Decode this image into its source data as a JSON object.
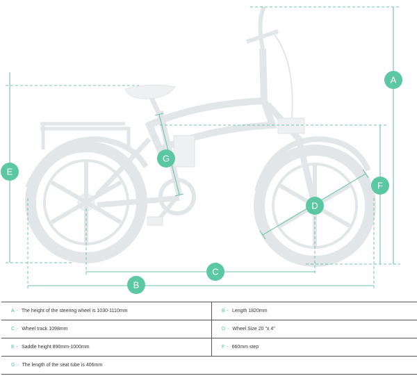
{
  "diagram": {
    "markers": [
      {
        "letter": "A",
        "label": "The height of the steering wheel is 1030-1110mm"
      },
      {
        "letter": "B",
        "label": "Length 1820mm"
      },
      {
        "letter": "C",
        "label": "Wheel track 1098mm"
      },
      {
        "letter": "D",
        "label": "Wheel Size 20 \"x 4\""
      },
      {
        "letter": "E",
        "label": "Saddle height 890mm-1000mm"
      },
      {
        "letter": "F",
        "label": "660mm step"
      },
      {
        "letter": "G",
        "label": "The length of the seat tube is 406mm"
      }
    ],
    "separator": "-",
    "colors": {
      "accent": "#5cc7a3",
      "bike": "#e3e6e8",
      "text": "#333333"
    }
  }
}
